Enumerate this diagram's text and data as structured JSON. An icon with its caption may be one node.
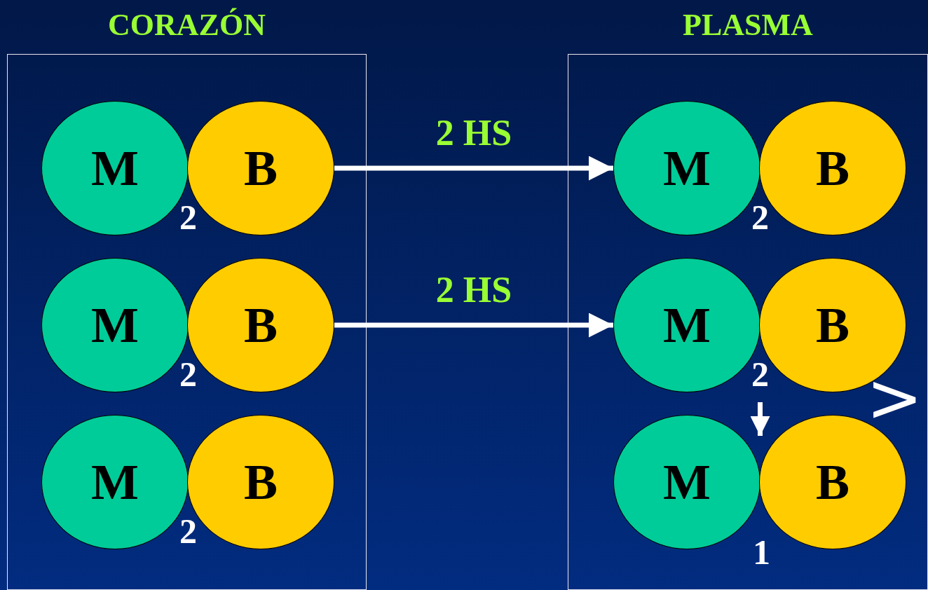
{
  "diagram": {
    "nodes": [
      {
        "text": [
          "CORAZÓN"
        ]
      },
      {
        "text": [
          "M",
          "2"
        ],
        "in": 0
      },
      {
        "text": [
          "B"
        ],
        "in": 0
      },
      {
        "text": [
          "M",
          "2"
        ],
        "in": 0
      },
      {
        "text": [
          "B"
        ],
        "in": 0
      },
      {
        "text": [
          "M",
          "2"
        ],
        "in": 0
      },
      {
        "text": [
          "B"
        ],
        "in": 0
      },
      {
        "text": [
          "PLASMA"
        ]
      },
      {
        "text": [
          "M",
          "2"
        ],
        "in": 7
      },
      {
        "text": [
          "B"
        ],
        "in": 7
      },
      {
        "text": [
          "M",
          "2"
        ],
        "in": 7
      },
      {
        "text": [
          "B"
        ],
        "in": 7
      },
      {
        "text": [
          "M"
        ],
        "in": 7,
        "beside": [
          "1"
        ]
      },
      {
        "text": [
          "B"
        ],
        "in": 7
      }
    ],
    "edges": [
      {
        "from": 2,
        "to": 8,
        "arrow": "to",
        "label": "2 HS"
      },
      {
        "from": 4,
        "to": 10,
        "arrow": "to",
        "label": "2 HS"
      },
      {
        "from": 10,
        "to": 13,
        "arrow": "to"
      }
    ],
    "labels": [
      ">"
    ]
  }
}
